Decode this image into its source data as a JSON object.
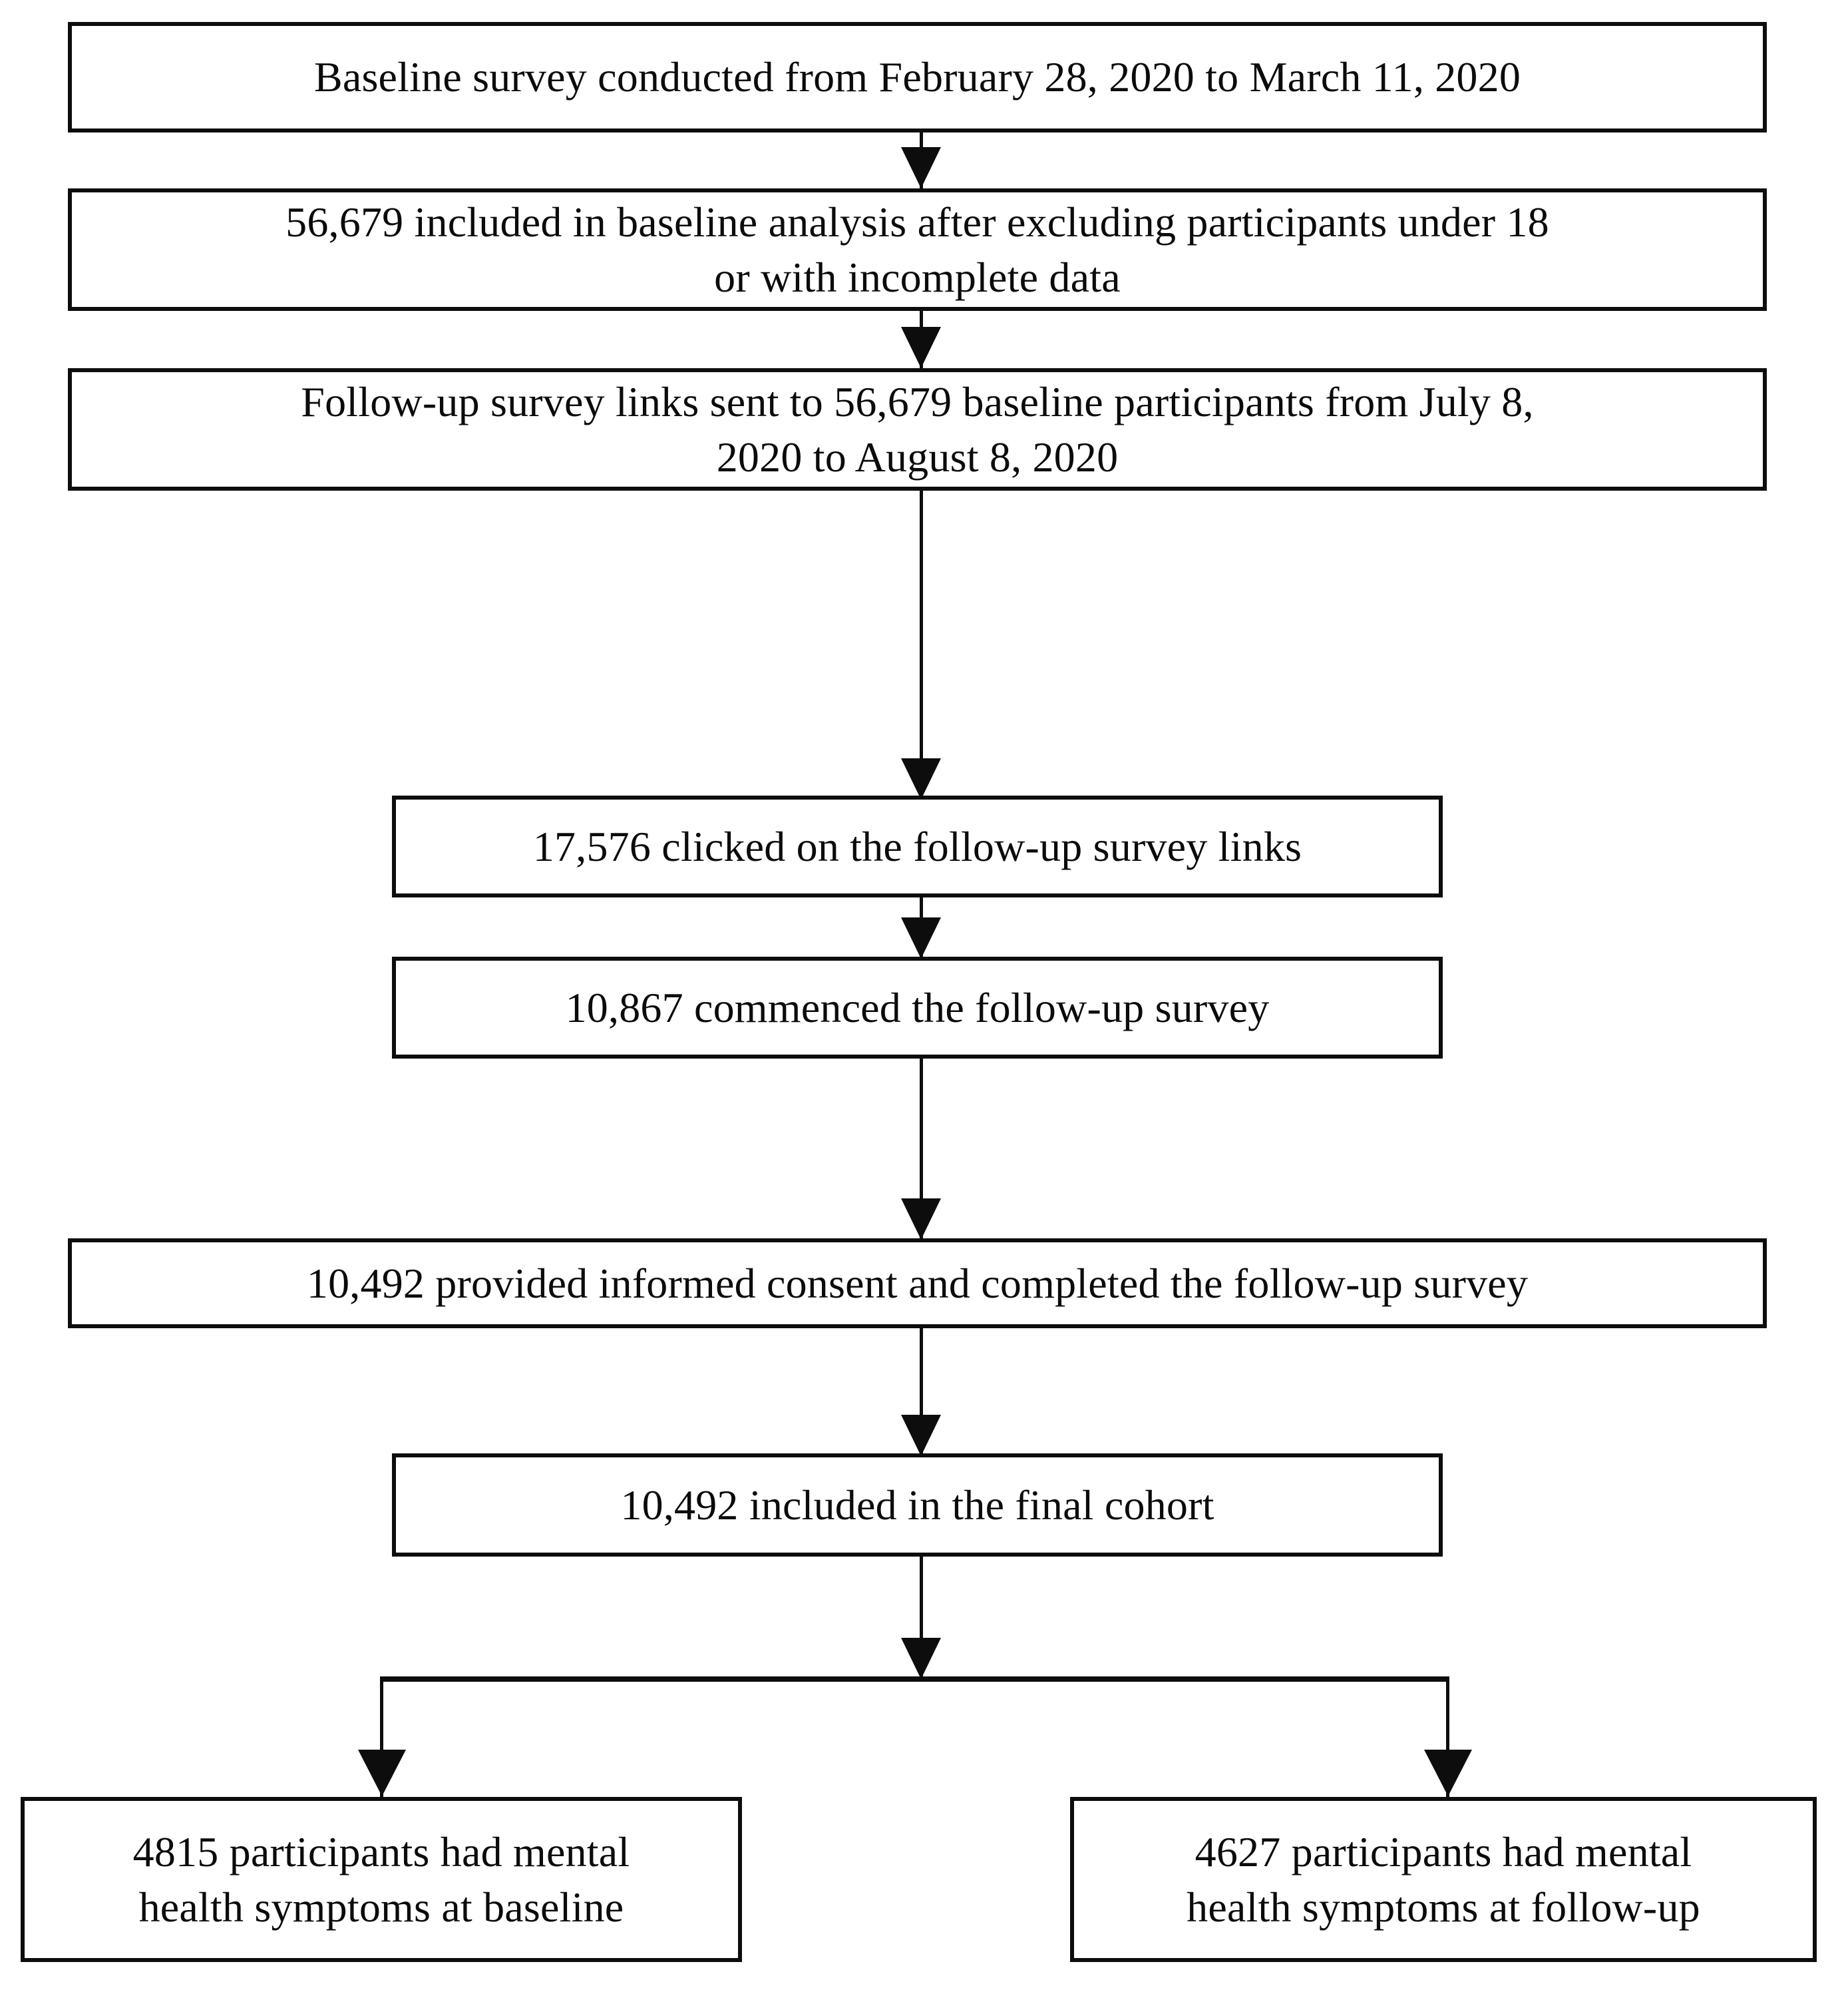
{
  "figure": {
    "kind": "study-flow-diagram",
    "line_color": "#0d0d0d",
    "box_fill": "#ffffff",
    "text_color": "#0b0b0b"
  },
  "nodes": [
    {
      "id": "baseline-survey-period",
      "text": "Baseline survey conducted from February 28, 2020 to March 11, 2020"
    },
    {
      "id": "baseline-analysis-included",
      "text": "56,679 included in baseline analysis after excluding  participants under 18\nor with incomplete data"
    },
    {
      "id": "followup-links-sent",
      "text": "Follow-up  survey links sent to 56,679 baseline participants from July 8,\n2020 to August 8, 2020"
    },
    {
      "id": "clicked-followup-links",
      "text": "17,576 clicked on the follow-up  survey links"
    },
    {
      "id": "commenced-followup-survey",
      "text": "10,867 commenced the follow-up survey"
    },
    {
      "id": "consent-and-completed",
      "text": "10,492 provided informed consent and completed the follow-up  survey"
    },
    {
      "id": "final-cohort",
      "text": "10,492 included in the final cohort"
    },
    {
      "id": "symptoms-at-baseline",
      "text": "4815 participants had mental\nhealth symptoms at baseline"
    },
    {
      "id": "symptoms-at-followup",
      "text": "4627 participants had mental\nhealth symptoms at follow-up"
    }
  ],
  "counts": {
    "baseline_analysis": "56,679",
    "followup_links_sent": "56,679",
    "clicked_links": "17,576",
    "commenced_survey": "10,867",
    "completed_survey": "10,492",
    "final_cohort": "10,492",
    "symptoms_baseline": "4815",
    "symptoms_followup": "4627"
  },
  "dates": {
    "baseline_start": "February 28, 2020",
    "baseline_end": "March 11, 2020",
    "followup_start": "July 8, 2020",
    "followup_end": "August 8, 2020"
  }
}
